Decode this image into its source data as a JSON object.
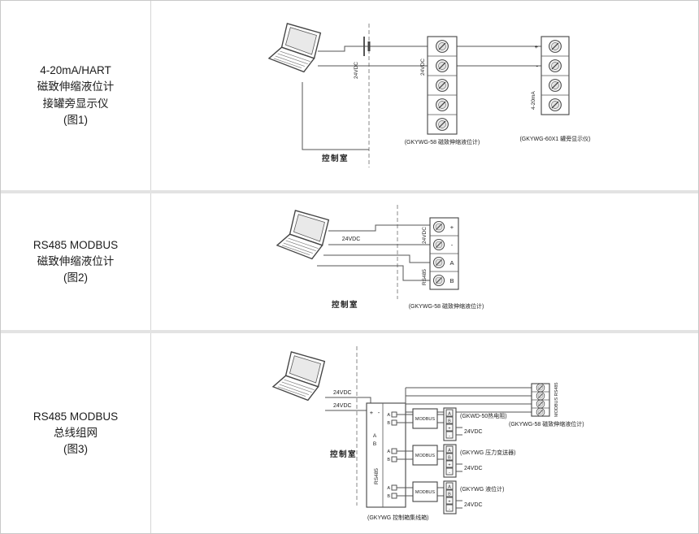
{
  "rows": [
    {
      "labels": [
        "4-20mA/HART",
        "磁致伸缩液位计",
        "接罐旁显示仪",
        "(图1)"
      ],
      "d": {
        "control_room": "控制室",
        "supply": "24VDC",
        "block1_side": "24VDC",
        "block1_caption": "(GKYWG-58 磁致伸缩液位计)",
        "block2_plus": "+",
        "block2_minus": "-",
        "block2_side": "4-20mA",
        "block2_caption": "(GKYWG-60X1 罐旁显示仪)"
      }
    },
    {
      "labels": [
        "RS485 MODBUS",
        "磁致伸缩液位计",
        "(图2)"
      ],
      "d": {
        "control_room": "控制室",
        "supply_label": "24VDC",
        "side_top": "24VDC",
        "side_bottom": "RS485",
        "t_plus": "+",
        "t_minus": "-",
        "t_a": "A",
        "t_b": "B",
        "caption": "(GKYWG-58 磁致伸缩液位计)"
      }
    },
    {
      "labels": [
        "RS485 MODBUS",
        "总线组网",
        "(图3)"
      ],
      "d": {
        "control_room": "控制室",
        "supply1": "24VDC",
        "supply2": "24VDC",
        "hub_plus": "+",
        "hub_minus": "-",
        "pair_a": "A",
        "pair_b": "B",
        "hub_side": "RS485",
        "hub_caption": "(GKYWG 控制箱集线箱)",
        "modbus_label": "MODBUS",
        "t_a": "A",
        "t_b": "B",
        "t_plus": "+",
        "t_minus": "-",
        "top_device_caption": "(GKYWG-58 磁致伸缩液位计)",
        "top_device_side": "MODBUS RS485",
        "branches": [
          {
            "caption": "(GKWD-50热电阻)",
            "power": "24VDC"
          },
          {
            "caption": "(GKYWG 压力变送器)",
            "power": "24VDC"
          },
          {
            "caption": "(GKYWG 液位计)",
            "power": "24VDC"
          }
        ]
      }
    }
  ]
}
